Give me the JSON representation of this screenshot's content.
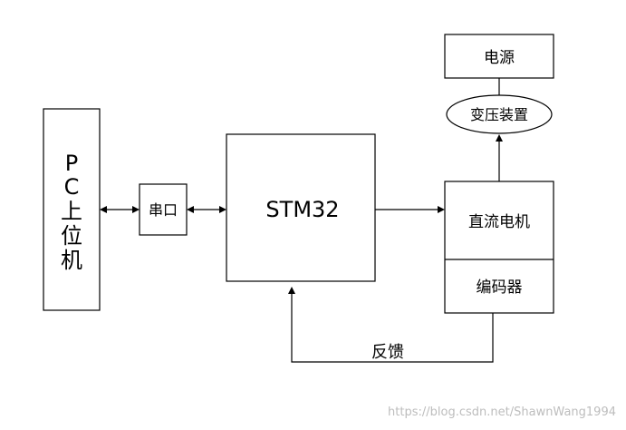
{
  "diagram": {
    "pc": {
      "label_chars": [
        "P",
        "C",
        "上",
        "位",
        "机"
      ]
    },
    "serial": {
      "label": "串口"
    },
    "mcu": {
      "label": "STM32"
    },
    "motor": {
      "label": "直流电机"
    },
    "encoder": {
      "label": "编码器"
    },
    "power": {
      "label": "电源"
    },
    "transformer": {
      "label": "变压装置"
    },
    "feedback": {
      "label": "反馈"
    },
    "watermark": "https://blog.csdn.net/ShawnWang1994"
  }
}
